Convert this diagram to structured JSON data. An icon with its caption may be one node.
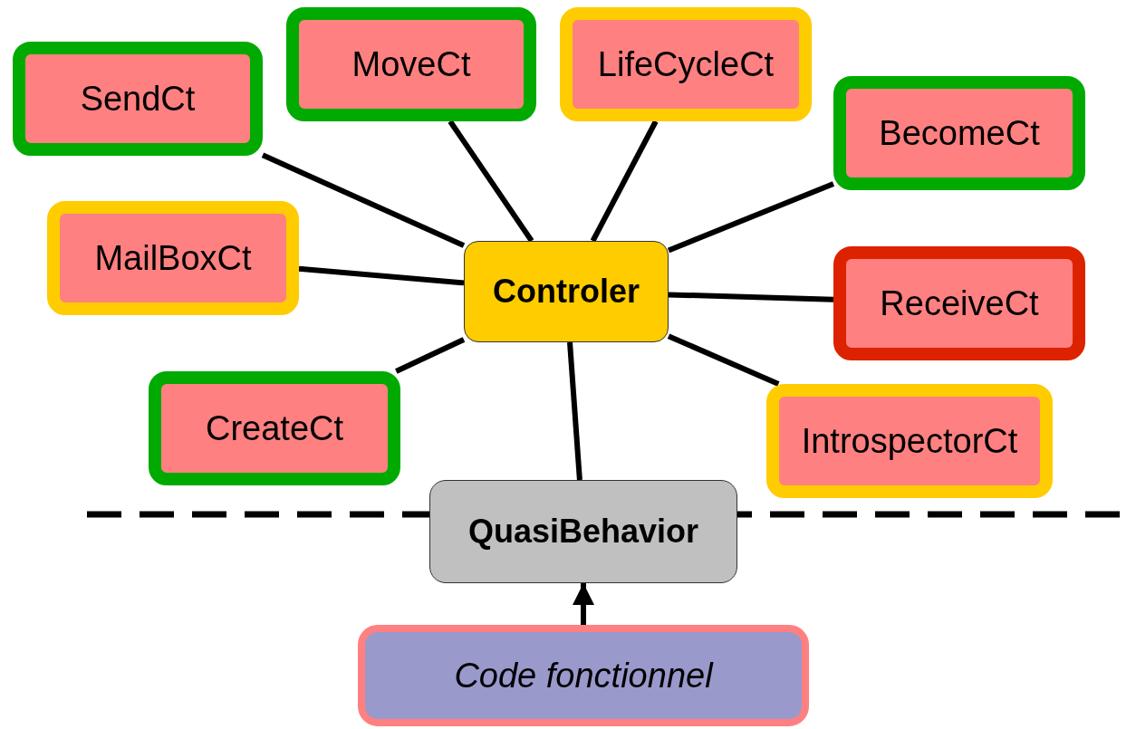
{
  "diagram": {
    "nodes": [
      {
        "text": [
          "SendCt"
        ]
      },
      {
        "text": [
          "MoveCt"
        ]
      },
      {
        "text": [
          "LifeCycleCt"
        ]
      },
      {
        "text": [
          "BecomeCt"
        ]
      },
      {
        "text": [
          "MailBoxCt"
        ]
      },
      {
        "text": [
          "Controler"
        ]
      },
      {
        "text": [
          "ReceiveCt"
        ]
      },
      {
        "text": [
          "CreateCt"
        ]
      },
      {
        "text": [
          "IntrospectorCt"
        ]
      },
      {
        "text": [
          "QuasiBehavior"
        ]
      },
      {
        "text": [
          "Code fonctionnel"
        ]
      }
    ],
    "edges": [
      {
        "from": 5,
        "to": 0,
        "arrow": "none"
      },
      {
        "from": 5,
        "to": 1,
        "arrow": "none"
      },
      {
        "from": 5,
        "to": 2,
        "arrow": "none"
      },
      {
        "from": 5,
        "to": 3,
        "arrow": "none"
      },
      {
        "from": 5,
        "to": 4,
        "arrow": "none"
      },
      {
        "from": 5,
        "to": 6,
        "arrow": "none"
      },
      {
        "from": 5,
        "to": 7,
        "arrow": "none"
      },
      {
        "from": 5,
        "to": 8,
        "arrow": "none"
      },
      {
        "from": 9,
        "to": 5,
        "arrow": "none"
      },
      {
        "from": 10,
        "to": 9,
        "arrow": "to"
      }
    ]
  }
}
